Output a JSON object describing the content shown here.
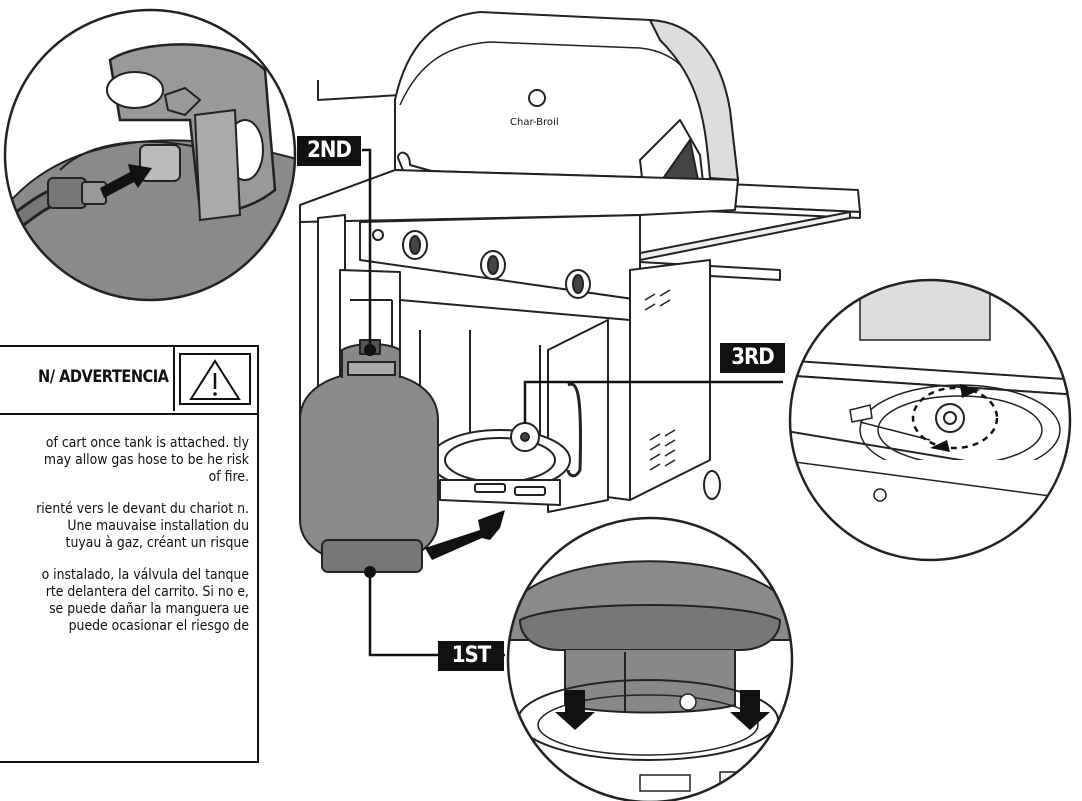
{
  "labels": {
    "second": "2ND",
    "third": "3RD",
    "first": "1ST"
  },
  "warning": {
    "title": "N/ ADVERTENCIA",
    "icon": "warning-triangle-icon",
    "paragraphs": [
      "of cart once tank is attached. tly may allow gas hose to be he risk of fire.",
      "rienté vers le devant du chariot n. Une mauvaise installation du tuyau à gaz, créant un risque",
      "o instalado, la válvula del tanque rte delantera del carrito. Si no e, se puede dañar la manguera ue puede ocasionar el riesgo de"
    ]
  },
  "grill": {
    "logo": "Char-Broil"
  }
}
